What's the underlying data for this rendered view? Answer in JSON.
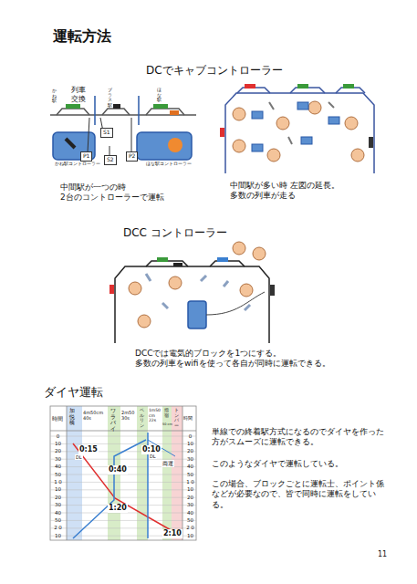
{
  "diagram": {
    "title": "運転方法",
    "nodes": [
      {
        "text": [
          "S1"
        ]
      },
      {
        "text": [
          "P1"
        ]
      },
      {
        "text": [
          "S2"
        ]
      },
      {
        "text": [
          "P2"
        ]
      }
    ],
    "labels": [
      "DCでキャブコントローラー",
      "かね駅",
      "列車 交換",
      "ブラス駅",
      "ほな駅",
      "かね駅コントローラー",
      "ほな駅コントローラー",
      "中間駅が一つの時 2台のコントローラーで運転",
      "中間駅が多い時 左図の延長。 多数の列車が走る",
      "DCC コントローラー",
      "DCCでは電気的ブロックを1つにする。 多数の列車をwifiを使って各自が同時に運転できる。",
      "ダイヤ運転",
      "時間",
      "加悦橋",
      "4m50cm 40s",
      "ワラバイ",
      "2m50 30s",
      "ベルリン",
      "1m50 cm 22s",
      "指宿",
      "50 cm",
      "トンバー",
      "時間",
      "0:15",
      "DL",
      "0:10",
      "DL",
      "両運",
      "0:40",
      "1:20",
      "2:10",
      "単線での終着駅方式になるのでダイヤを作った方がスムーズに運転できる。",
      "このようなダイヤで運転している。",
      "この場合、ブロックごとに運転士、ポイント係などが必要なので、皆で同時に運転をしている。",
      "11",
      "0",
      "10",
      "20",
      "30",
      "40",
      "50",
      "1 0",
      "10",
      "20",
      "30",
      "40",
      "50",
      "2 0",
      "10",
      "0",
      "10",
      "20",
      "30",
      "40",
      "50",
      "1 0",
      "10",
      "20",
      "30",
      "40",
      "50",
      "2 0",
      "10"
    ]
  }
}
